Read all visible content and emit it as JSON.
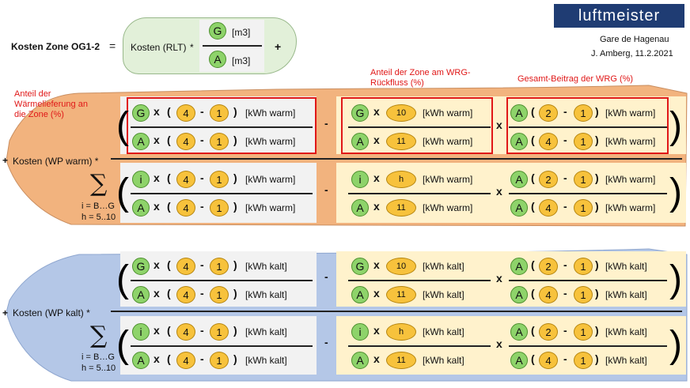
{
  "logo": {
    "text": "luftmeister"
  },
  "info": {
    "place": "Gare de Hagenau",
    "author_date": "J. Amberg, 11.2.2021"
  },
  "heading": {
    "label": "Kosten Zone OG1-2",
    "eq": "=",
    "rlt": "Kosten (RLT)",
    "times": "*",
    "plus": "+"
  },
  "top_fraction": {
    "num_circle": "G",
    "num_unit": "[m3]",
    "den_circle": "A",
    "den_unit": "[m3]"
  },
  "annotations": {
    "left": "Anteil der Wärmelieferung an die Zone (%)",
    "middle": "Anteil der Zone am WRG-Rückfluss (%)",
    "right": "Gesamt-Beitrag der WRG (%)"
  },
  "ops": {
    "x": "x",
    "minus": "-",
    "lparen": "(",
    "rparen": ")",
    "sigma": "∑",
    "sigma_sub1": "i = B…G",
    "sigma_sub2": "h = 5..10",
    "plus": "+",
    "lp_small": "(",
    "rp_small": ")"
  },
  "warm": {
    "label": "Kosten (WP warm) *",
    "unit": "[kWh warm]",
    "row1": {
      "a": [
        "G",
        "4",
        "1"
      ],
      "b": [
        "A",
        "4",
        "1"
      ],
      "c": [
        "G",
        "10"
      ],
      "d": [
        "A",
        "11"
      ],
      "e": [
        "A",
        "2",
        "1"
      ],
      "f": [
        "A",
        "4",
        "1"
      ]
    },
    "row2": {
      "a": [
        "i",
        "4",
        "1"
      ],
      "b": [
        "A",
        "4",
        "1"
      ],
      "c": [
        "i",
        "h"
      ],
      "d": [
        "A",
        "11"
      ],
      "e": [
        "A",
        "2",
        "1"
      ],
      "f": [
        "A",
        "4",
        "1"
      ]
    }
  },
  "cold": {
    "label": "Kosten (WP kalt) *",
    "unit": "[kWh kalt]",
    "row1": {
      "a": [
        "G",
        "4",
        "1"
      ],
      "b": [
        "A",
        "4",
        "1"
      ],
      "c": [
        "G",
        "10"
      ],
      "d": [
        "A",
        "11"
      ],
      "e": [
        "A",
        "2",
        "1"
      ],
      "f": [
        "A",
        "4",
        "1"
      ]
    },
    "row2": {
      "a": [
        "i",
        "4",
        "1"
      ],
      "b": [
        "A",
        "4",
        "1"
      ],
      "c": [
        "i",
        "h"
      ],
      "d": [
        "A",
        "11"
      ],
      "e": [
        "A",
        "2",
        "1"
      ],
      "f": [
        "A",
        "4",
        "1"
      ]
    }
  },
  "colors": {
    "warm_bg": "#f2b37e",
    "cold_bg": "#b4c7e7",
    "light_yellow": "#fff2cc",
    "light_grey": "#f2f2f2",
    "green": "#8ed36a",
    "orange": "#f7c23c",
    "red": "#e01818",
    "logo_bg": "#1f3c73"
  }
}
